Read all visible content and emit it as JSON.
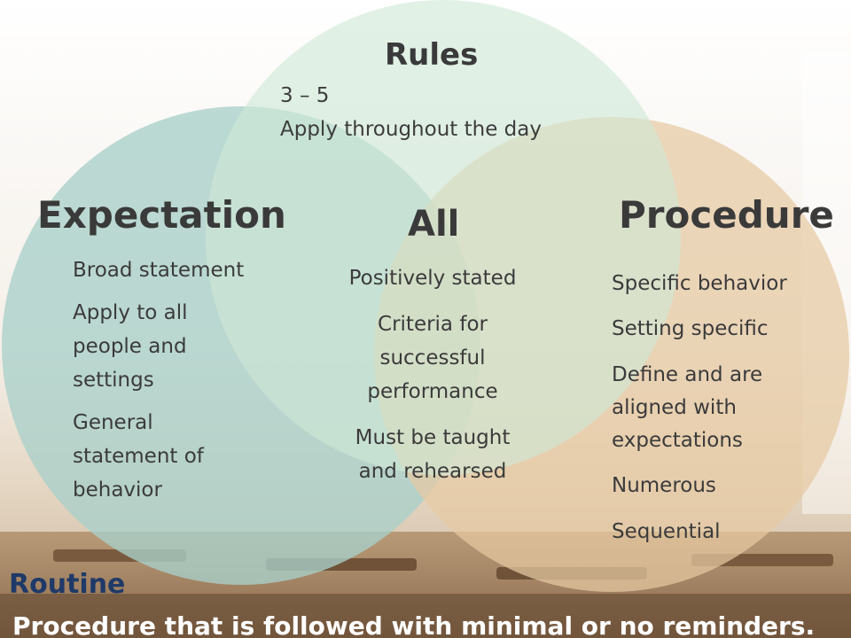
{
  "rules": {
    "title": "Rules",
    "items": [
      "3 – 5",
      "Apply throughout the day"
    ]
  },
  "expectation": {
    "title": "Expectation",
    "items": [
      "Broad statement",
      "Apply to all people and settings",
      "General statement of behavior"
    ]
  },
  "all": {
    "title": "All",
    "items": [
      "Positively stated",
      "Criteria for successful performance",
      "Must be taught and rehearsed"
    ]
  },
  "procedure": {
    "title": "Procedure",
    "items": [
      "Specific behavior",
      "Setting specific",
      "Define and are aligned with expectations",
      "Numerous",
      "Sequential"
    ]
  },
  "routine": {
    "title": "Routine",
    "description": "Procedure that is followed with minimal or no reminders."
  },
  "colors": {
    "rules_circle": "#cfe9d6",
    "expectation_circle": "#a9d0c9",
    "procedure_circle": "#e6c9a2",
    "routine_title": "#1f3a68"
  }
}
